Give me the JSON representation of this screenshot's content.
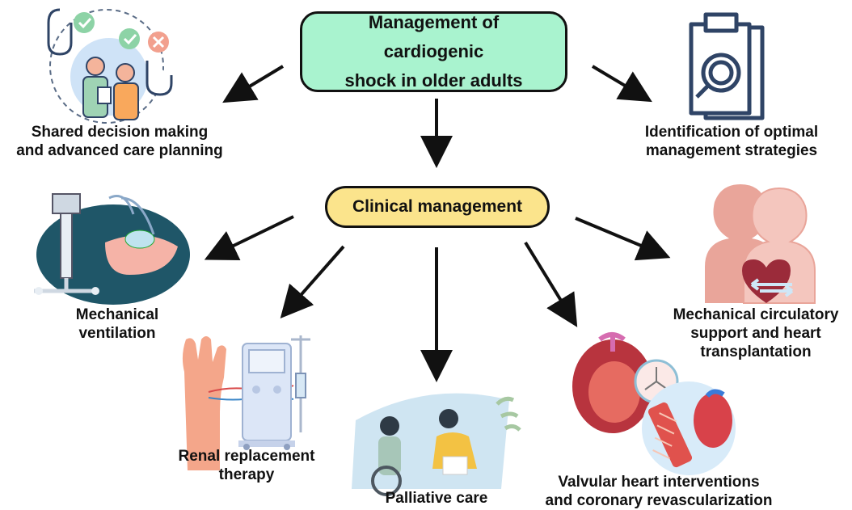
{
  "title_box": {
    "label": "Management of cardiogenic\nshock in older adults"
  },
  "clinical_box": {
    "label": "Clinical management"
  },
  "nodes": {
    "shared_decision": "Shared decision making\nand advanced care planning",
    "optimal_strategies": "Identification of optimal\nmanagement strategies",
    "mechanical_ventilation": "Mechanical\nventilation",
    "renal_replacement": "Renal replacement\ntherapy",
    "palliative_care": "Palliative care",
    "valvular": "Valvular heart interventions\nand coronary revascularization",
    "mcs_transplant": "Mechanical circulatory\nsupport and heart\ntransplantation"
  },
  "icons": {
    "shared_decision": "doctor-patient-checklist-icon",
    "optimal_strategies": "clipboard-magnifier-icon",
    "mechanical_ventilation": "ventilator-patient-icon",
    "renal_replacement": "dialysis-machine-icon",
    "palliative_care": "caregiver-wheelchair-icon",
    "valvular": "heart-valve-stent-icon",
    "mcs_transplant": "heart-transplant-icon"
  },
  "colors": {
    "title_fill": "#a9f3cf",
    "clinical_fill": "#fbe48c",
    "arrow": "#111111"
  }
}
